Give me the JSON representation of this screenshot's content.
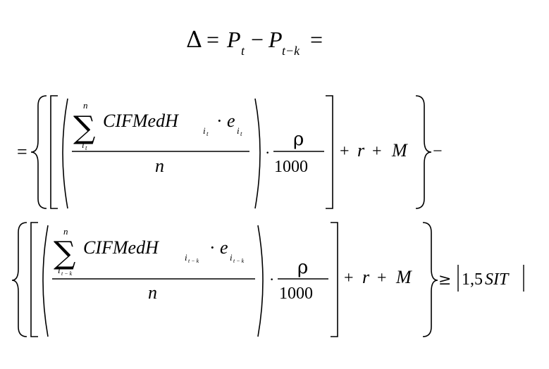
{
  "equation": {
    "top": {
      "delta": "Δ",
      "eq1": "=",
      "P": "P",
      "t": "t",
      "minus": "−",
      "P2": "P",
      "tk": "t−k",
      "eq2": "="
    },
    "row1": {
      "eq": "=",
      "sum": "∑",
      "sum_upper": "n",
      "sum_lower_i": "i",
      "sum_lower_sub": "t",
      "term": "CIFMedH",
      "term_sub_i": "i",
      "term_sub_sub": "t",
      "dot": "·",
      "e": "e",
      "e_sub_i": "i",
      "e_sub_sub": "t",
      "denom_n": "n",
      "dot2": "·",
      "rho": "ρ",
      "thousand": "1000",
      "plus1": "+",
      "r": "r",
      "plus2": "+",
      "M": "M",
      "trail_minus": "−"
    },
    "row2": {
      "sum": "∑",
      "sum_upper": "n",
      "sum_lower_i": "i",
      "sum_lower_sub": "t − k",
      "term": "CIFMedH",
      "term_sub_i": "i",
      "term_sub_sub": "t − k",
      "dot": "·",
      "e": "e",
      "e_sub_i": "i",
      "e_sub_sub": "t − k",
      "denom_n": "n",
      "dot2": "·",
      "rho": "ρ",
      "thousand": "1000",
      "plus1": "+",
      "r": "r",
      "plus2": "+",
      "M": "M",
      "geq": "≥",
      "abs_value": "1,5",
      "SIT": "SIT"
    }
  }
}
